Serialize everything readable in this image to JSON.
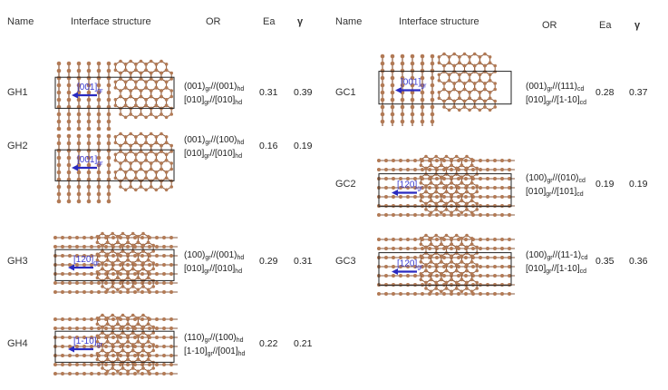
{
  "headers_left": {
    "name": "Name",
    "structure": "Interface structure",
    "or": "OR",
    "ea": "Ea",
    "gamma": "γ"
  },
  "headers_right": {
    "name": "Name",
    "structure": "Interface structure",
    "or": "OR",
    "ea": "Ea",
    "gamma": "γ"
  },
  "rows_left": [
    {
      "name": "GH1",
      "dir": "[001]",
      "dir_sub": "gr",
      "or1": {
        "a": "(001)",
        "as": "gr",
        "m": "//(001)",
        "ms": "hd"
      },
      "or2": {
        "a": "[010]",
        "as": "gr",
        "m": "//[010]",
        "ms": "hd"
      },
      "ea": "0.31",
      "gamma": "0.39"
    },
    {
      "name": "GH2",
      "dir": "[001]",
      "dir_sub": "gr",
      "or1": {
        "a": "(001)",
        "as": "gr",
        "m": "//(100)",
        "ms": "hd"
      },
      "or2": {
        "a": "[010]",
        "as": "gr",
        "m": "//[010]",
        "ms": "hd"
      },
      "ea": "0.16",
      "gamma": "0.19"
    },
    {
      "name": "GH3",
      "dir": "[120]",
      "dir_sub": "gr",
      "or1": {
        "a": "(100)",
        "as": "gr",
        "m": "//(001)",
        "ms": "hd"
      },
      "or2": {
        "a": "[010]",
        "as": "gr",
        "m": "//[010]",
        "ms": "hd"
      },
      "ea": "0.29",
      "gamma": "0.31"
    },
    {
      "name": "GH4",
      "dir": "[1-10]",
      "dir_sub": "gr",
      "or1": {
        "a": "(110)",
        "as": "gr",
        "m": "//(100)",
        "ms": "hd"
      },
      "or2": {
        "a": "[1-10]",
        "as": "gr",
        "m": "//[001]",
        "ms": "hd"
      },
      "ea": "0.22",
      "gamma": "0.21"
    }
  ],
  "rows_right": [
    {
      "name": "GC1",
      "dir": "[001]",
      "dir_sub": "gr",
      "or1": {
        "a": "(001)",
        "as": "gr",
        "m": "//(111)",
        "ms": "cd"
      },
      "or2": {
        "a": "[010]",
        "as": "gr",
        "m": "//[1-10]",
        "ms": "cd"
      },
      "ea": "0.28",
      "gamma": "0.37"
    },
    {
      "name": "GC2",
      "dir": "[120]",
      "dir_sub": "gr",
      "or1": {
        "a": "(100)",
        "as": "gr",
        "m": "//(010)",
        "ms": "cd"
      },
      "or2": {
        "a": "[010]",
        "as": "gr",
        "m": "//[101]",
        "ms": "cd"
      },
      "ea": "0.19",
      "gamma": "0.19"
    },
    {
      "name": "GC3",
      "dir": "[120]",
      "dir_sub": "gr",
      "or1": {
        "a": "(100)",
        "as": "gr",
        "m": "//(11-1)",
        "ms": "cd"
      },
      "or2": {
        "a": "[010]",
        "as": "gr",
        "m": "//[1-10]",
        "ms": "cd"
      },
      "ea": "0.35",
      "gamma": "0.36"
    }
  ],
  "colors": {
    "atom": "#b27a55",
    "bond": "#8a5a3c",
    "box": "#222222",
    "arrow": "#2a2ac0"
  }
}
